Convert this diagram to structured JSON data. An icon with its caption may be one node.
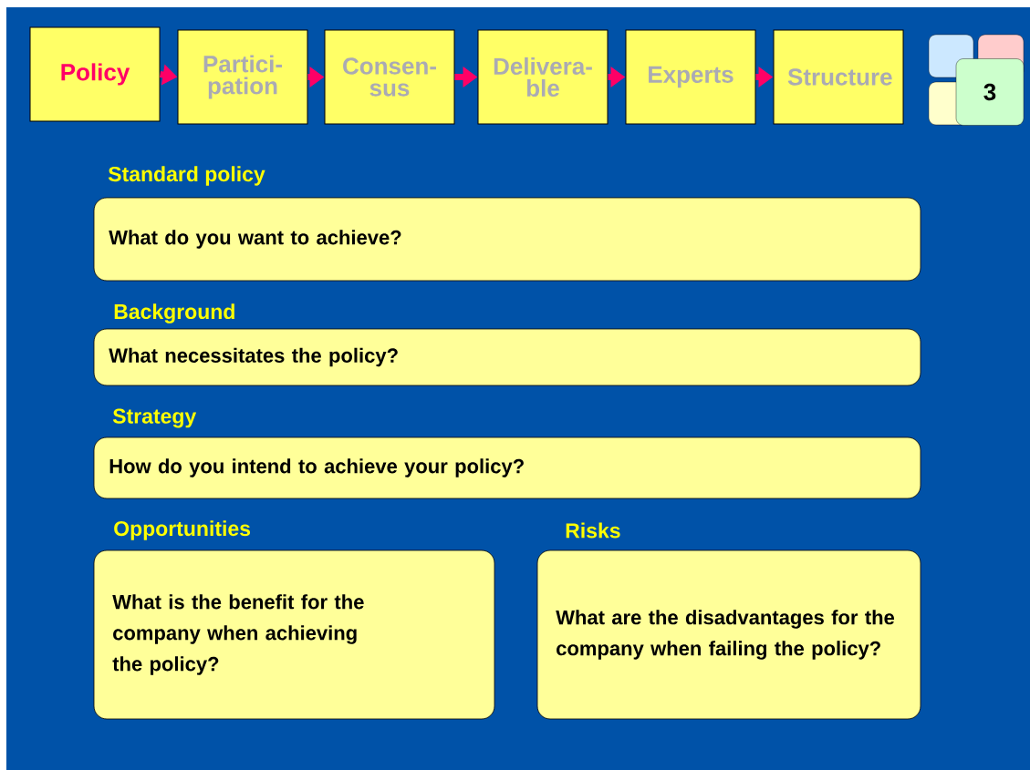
{
  "diagram": {
    "nodes": [
      {
        "text": [
          "Policy"
        ]
      },
      {
        "text": [
          "Partici- pation"
        ]
      },
      {
        "text": [
          "Consen- sus"
        ]
      },
      {
        "text": [
          "Delivera- ble"
        ]
      },
      {
        "text": [
          "Experts"
        ]
      },
      {
        "text": [
          "Structure"
        ]
      },
      {
        "text": [
          "3"
        ]
      },
      {
        "text": [
          "Standard policy",
          "What do you want to achieve?"
        ]
      },
      {
        "text": [
          "Background",
          "What necessitates the policy?"
        ]
      },
      {
        "text": [
          "Strategy",
          "How do you intend to achieve your policy?"
        ]
      },
      {
        "text": [
          "Opportunities",
          "What is the benefit for the company when achieving the policy?"
        ]
      },
      {
        "text": [
          "Risks",
          "What are the disadvantages for the company when failing the policy?"
        ]
      }
    ],
    "edges": [
      {
        "from": 0,
        "to": 1,
        "arrow": "to"
      },
      {
        "from": 1,
        "to": 2,
        "arrow": "to"
      },
      {
        "from": 2,
        "to": 3,
        "arrow": "to"
      },
      {
        "from": 3,
        "to": 4,
        "arrow": "to"
      },
      {
        "from": 4,
        "to": 5,
        "arrow": "to"
      }
    ]
  }
}
